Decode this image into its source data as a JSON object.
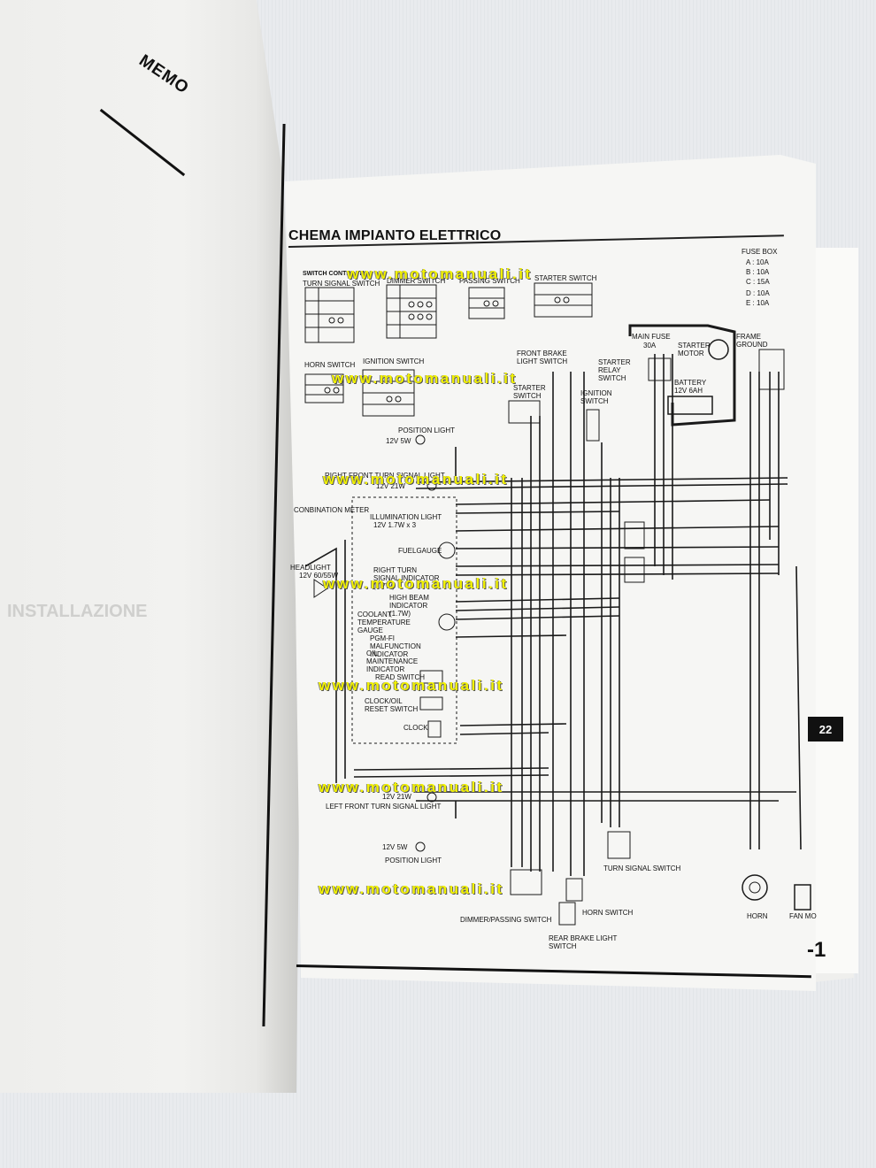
{
  "left_page": {
    "heading": "MEMO",
    "ghost_heading": "INSTALLAZIONE"
  },
  "right_page": {
    "title": "CHEMA IMPIANTO ELETTRICO",
    "tab_number": "22",
    "page_number_partial": "-1"
  },
  "watermark": "www.motomanuali.it",
  "switch_continuity": {
    "heading": "SWITCH CONTINUITY",
    "switches": [
      "TURN SIGNAL SWITCH",
      "DIMMER SWITCH",
      "PASSING SWITCH",
      "STARTER SWITCH",
      "HORN SWITCH",
      "IGNITION SWITCH"
    ]
  },
  "fuse_box": {
    "heading": "FUSE BOX",
    "fuses": [
      "A : 10A",
      "B : 10A",
      "C : 15A",
      "D : 10A",
      "E : 10A"
    ]
  },
  "components": {
    "main_fuse": "MAIN FUSE",
    "main_fuse_rating": "30A",
    "starter_motor": "STARTER MOTOR",
    "frame_ground": "FRAME GROUND",
    "starter_relay": "STARTER RELAY SWITCH",
    "battery": "BATTERY",
    "battery_rating": "12V 6AH",
    "front_brake_light_switch": "FRONT BRAKE LIGHT SWITCH",
    "starter_switch": "STARTER SWITCH",
    "ignition_switch": "IGNITION SWITCH",
    "position_light_top": "POSITION LIGHT",
    "position_light_top_rating": "12V 5W",
    "right_front_turn": "RIGHT FRONT TURN SIGNAL LIGHT",
    "right_front_turn_rating": "12V 21W",
    "combination_meter": "CONBINATION METER",
    "illumination_light": "ILLUMINATION LIGHT",
    "illumination_light_rating": "12V 1.7W x 3",
    "fuel_gauge": "FUELGAUGE",
    "headlight": "HEADLIGHT",
    "headlight_rating": "12V 60/55W",
    "right_turn_indicator": "RIGHT TURN SIGNAL INDICATOR (1.7W)",
    "high_beam_indicator": "HIGH BEAM INDICATOR (1.7W)",
    "coolant_gauge": "COOLANT TEMPERATURE GAUGE",
    "pgm_fi": "PGM-FI MALFUNCTION INDICATOR",
    "oil_maint": "OIL MAINTENANCE INDICATOR",
    "read_switch": "READ SWITCH",
    "clock_reset": "CLOCK/OIL RESET SWITCH",
    "clock": "CLOCK",
    "left_front_turn": "LEFT FRONT TURN SIGNAL LIGHT",
    "left_front_turn_rating": "12V 21W",
    "position_light_bottom": "POSITION LIGHT",
    "position_light_bottom_rating": "12V 5W",
    "turn_signal_switch": "TURN SIGNAL SWITCH",
    "horn_switch": "HORN SWITCH",
    "dimmer_passing": "DIMMER/PASSING SWITCH",
    "rear_brake": "REAR BRAKE LIGHT SWITCH",
    "horn": "HORN",
    "fan_motor": "FAN MO"
  }
}
